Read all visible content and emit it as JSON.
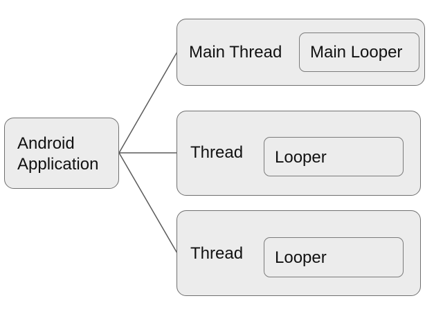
{
  "diagram": {
    "root": {
      "line1": "Android",
      "line2": "Application"
    },
    "threads": [
      {
        "label": "Main Thread",
        "looper": "Main Looper"
      },
      {
        "label": "Thread",
        "looper": "Looper"
      },
      {
        "label": "Thread",
        "looper": "Looper"
      }
    ]
  },
  "colors": {
    "box_fill": "#ececec",
    "box_border": "#6f6f6f",
    "line": "#5a5a5a"
  }
}
